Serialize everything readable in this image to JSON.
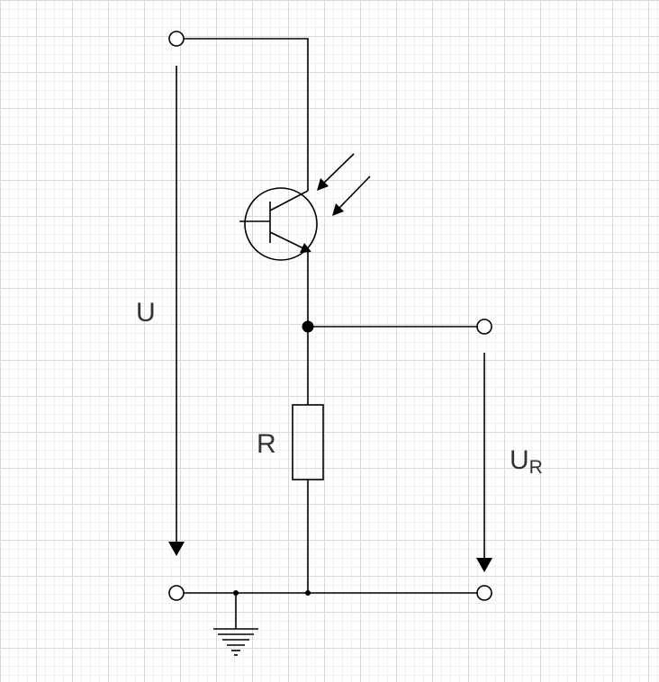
{
  "labels": {
    "voltage_total": "U",
    "resistor": "R",
    "voltage_r_main": "U",
    "voltage_r_sub": "R"
  },
  "colors": {
    "line": "#000000",
    "text": "#333333",
    "grid_major": "#d9d9d9",
    "grid_minor": "#efefef"
  }
}
